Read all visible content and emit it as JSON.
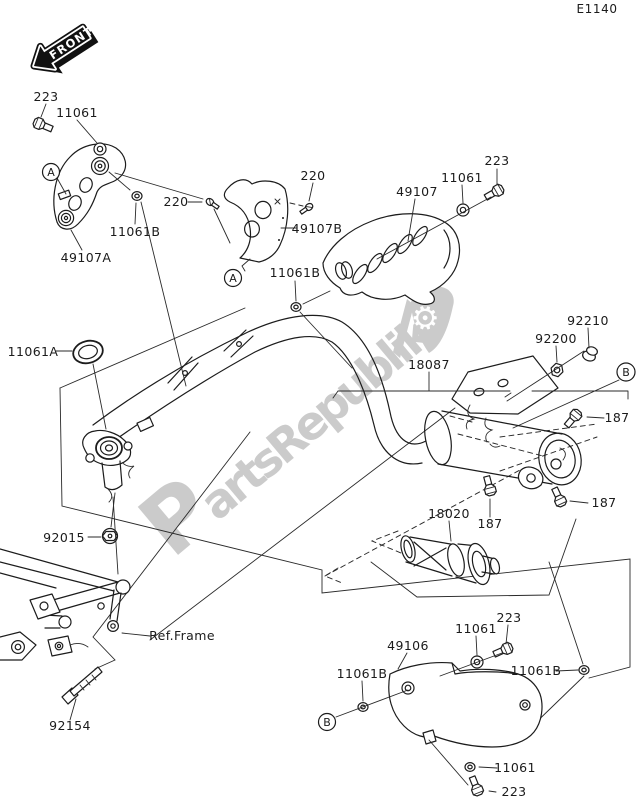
{
  "page": {
    "diagram_code": "E1140",
    "front_sign": "FRONT",
    "watermark_text": "PartsRepublik",
    "ref_frame_label": "Ref.Frame"
  },
  "style": {
    "ink_color": "#1c1c1c",
    "watermark_color": "#bfbfbf",
    "background": "#ffffff"
  },
  "callouts": {
    "bolt_223_top_left": "223",
    "washer_11061_top_left": "11061",
    "circle_a_top_left": "A",
    "guard_49107a": "49107A",
    "washer_11061b_top_left": "11061B",
    "screw_220_left": "220",
    "screw_220_right": "220",
    "guard_49107b": "49107B",
    "circle_a_mid": "A",
    "washer_11061b_mid": "11061B",
    "cover_49107": "49107",
    "washer_11061_top_right": "11061",
    "bolt_223_top_right": "223",
    "gasket_11061a": "11061A",
    "capnut_92210": "92210",
    "nut_92200": "92200",
    "body_18087": "18087",
    "circle_b_top_right": "B",
    "screw_187_right": "187",
    "screw_187_bottom_right": "187",
    "screw_187_center": "187",
    "baffle_18020": "18020",
    "nut_92015": "92015",
    "bolt_92154": "92154",
    "bolt_223_cover_top": "223",
    "washer_11061_cover_top": "11061",
    "cover_49106": "49106",
    "washer_11061b_cover_left": "11061B",
    "washer_11061b_cover_right": "11061B",
    "circle_b_bottom": "B",
    "washer_11061_cover_bottom": "11061",
    "bolt_223_cover_bottom": "223"
  }
}
